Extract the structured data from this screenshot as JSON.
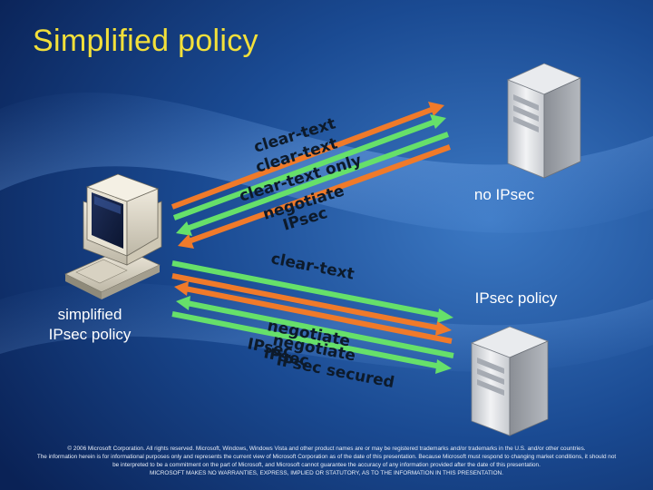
{
  "slide": {
    "title": "Simplified policy"
  },
  "labels": {
    "client": [
      "simplified",
      "IPsec policy"
    ],
    "server_top": "no IPsec",
    "server_bottom": "IPsec policy"
  },
  "arrows_top": [
    "clear-text",
    "clear-text",
    "clear-text only",
    "negotiate",
    "IPsec"
  ],
  "arrows_bottom": [
    "clear-text",
    "negotiate",
    "IPsec",
    "negotiate",
    "IPsec",
    "IPsec secured"
  ],
  "footer": [
    "© 2006 Microsoft Corporation. All rights reserved. Microsoft, Windows, Windows Vista and other product names are or may be registered trademarks and/or trademarks in the U.S. and/or other countries.",
    "The information herein is for informational purposes only and represents the current view of Microsoft Corporation as of the date of this presentation. Because Microsoft must respond to changing market conditions, it should not",
    "be interpreted to be a commitment on the part of Microsoft, and Microsoft cannot guarantee the accuracy of any information provided after the date of this presentation.",
    "MICROSOFT MAKES NO WARRANTIES, EXPRESS, IMPLIED OR STATUTORY, AS TO THE INFORMATION IN THIS PRESENTATION."
  ],
  "colors": {
    "title": "#f3e03a",
    "arrow_green": "#66e06a",
    "arrow_orange": "#f07a2a",
    "background": "#0a2a5e"
  }
}
